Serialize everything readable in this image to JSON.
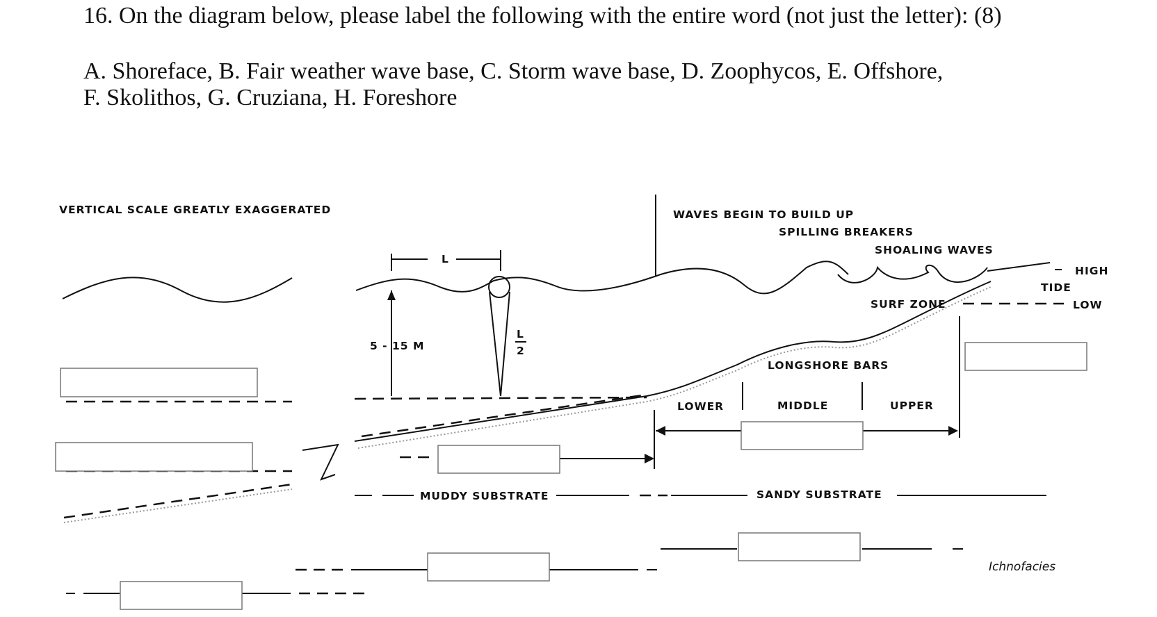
{
  "question": {
    "title": "16. On the diagram below, please label the following with the entire word (not just the letter): (8)",
    "line1": "A. Shoreface,  B. Fair weather wave base,  C. Storm wave base,    D. Zoophycos,    E. Offshore,",
    "line2": "F. Skolithos, G. Cruziana, H. Foreshore"
  },
  "diagram": {
    "scale_note": "VERTICAL  SCALE  GREATLY  EXAGGERATED",
    "waves_build": "WAVES  BEGIN  TO  BUILD  UP",
    "spilling": "SPILLING  BREAKERS",
    "shoaling": "SHOALING  WAVES",
    "surf_zone": "SURF  ZONE",
    "high": "HIGH",
    "tide": "TIDE",
    "low": "LOW",
    "wavelength": "L",
    "depth": "5 - 15 M",
    "half_l_num": "L",
    "half_l_den": "2",
    "longshore": "LONGSHORE  BARS",
    "lower": "LOWER",
    "middle": "MIDDLE",
    "upper": "UPPER",
    "muddy": "MUDDY  SUBSTRATE",
    "sandy": "SANDY  SUBSTRATE",
    "ichnofacies": "Ichnofacies"
  }
}
